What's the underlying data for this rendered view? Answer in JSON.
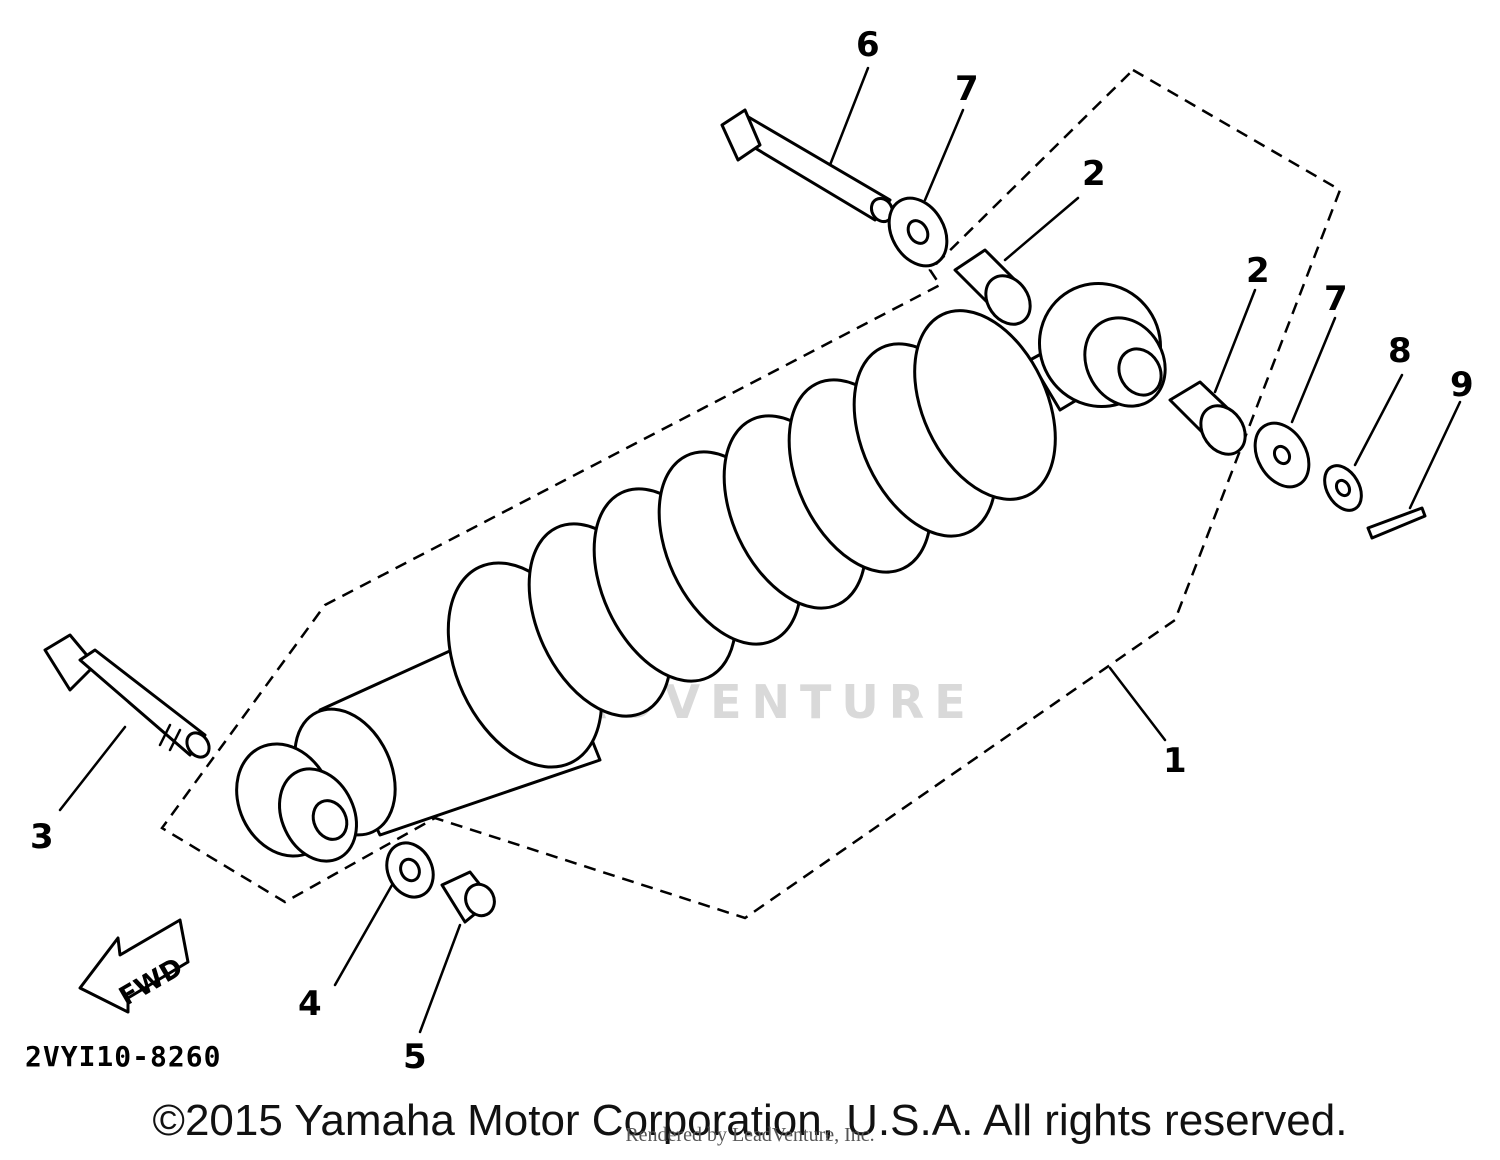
{
  "diagram": {
    "callouts": {
      "c1": "1",
      "c2a": "2",
      "c2b": "2",
      "c3": "3",
      "c4": "4",
      "c5": "5",
      "c6": "6",
      "c7a": "7",
      "c7b": "7",
      "c8": "8",
      "c9": "9"
    },
    "fwd_label": "FWD",
    "diagram_code": "2VYI10-8260",
    "watermark": "LEADVENTURE"
  },
  "footer": {
    "copyright": "©2015 Yamaha Motor Corporation, U.S.A. All rights reserved.",
    "rendered_by": "Rendered by LeadVenture, Inc."
  }
}
